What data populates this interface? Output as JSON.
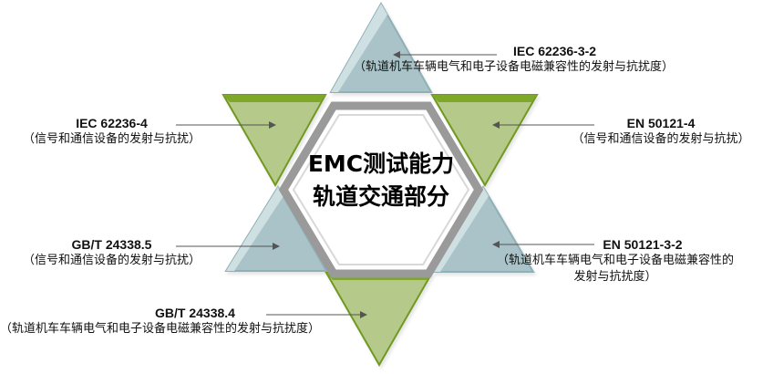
{
  "center": {
    "line1": "EMC测试能力",
    "line2": "轨道交通部分"
  },
  "labels": {
    "top": {
      "code": "IEC 62236-3-2",
      "desc": "（轨道机车车辆电气和电子设备电磁兼容性的发射与抗扰度）"
    },
    "left_upper": {
      "code": "IEC 62236-4",
      "desc": "（信号和通信设备的发射与抗扰）"
    },
    "right_upper": {
      "code": "EN 50121-4",
      "desc": "（信号和通信设备的发射与抗扰）"
    },
    "left_lower": {
      "code": "GB/T 24338.5",
      "desc": "（信号和通信设备的发射与抗扰）"
    },
    "right_lower": {
      "code": "EN 50121-3-2",
      "desc_line1": "（轨道机车车辆电气和电子设备电磁兼容性的",
      "desc_line2": "发射与抗扰度）"
    },
    "bottom": {
      "code": "GB/T 24338.4",
      "desc": "（轨道机车车辆电气和电子设备电磁兼容性的发射与抗扰度）"
    }
  },
  "colors": {
    "green_face": "#b5c98a",
    "green_edge": "#6f9a1e",
    "blue_face": "#a9c3c8",
    "blue_edge": "#8fb0b6",
    "hex_gray": "#9a9a9a",
    "arrow": "#555555"
  }
}
